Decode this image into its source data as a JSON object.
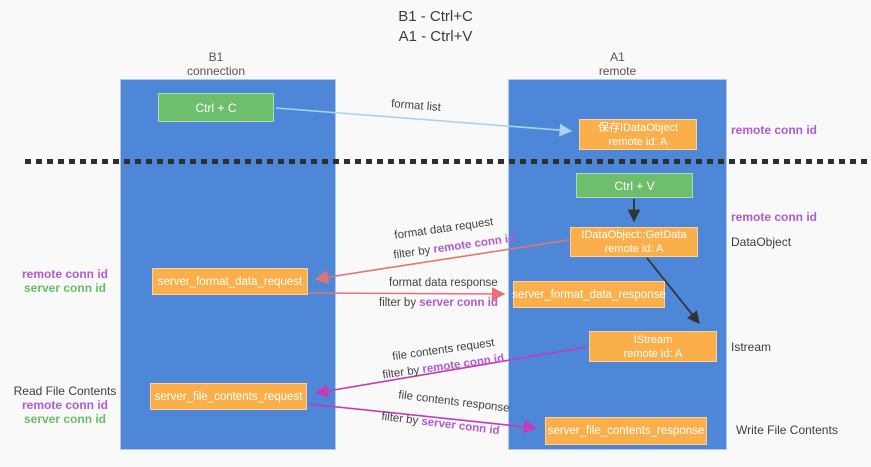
{
  "title": {
    "line1": "B1 - Ctrl+C",
    "line2": "A1 - Ctrl+V"
  },
  "lanes": {
    "b1": {
      "title": "B1",
      "subtitle": "connection"
    },
    "a1": {
      "title": "A1",
      "subtitle": "remote"
    }
  },
  "boxes": {
    "ctrl_c": {
      "label": "Ctrl + C"
    },
    "save_dataobject": {
      "line1": "保存IDataObject",
      "line2": "remote id: A"
    },
    "ctrl_v": {
      "label": "Ctrl + V"
    },
    "getdata": {
      "line1": "IDataObject::GetData",
      "line2": "remote id: A"
    },
    "server_format_data_request": {
      "label": "server_format_data_request"
    },
    "server_format_data_response": {
      "label": "server_format_data_response"
    },
    "istream": {
      "line1": "IStream",
      "line2": "remote id: A"
    },
    "server_file_contents_request": {
      "label": "server_file_contents_request"
    },
    "server_file_contents_response": {
      "label": "server_file_contents_response"
    }
  },
  "edges": {
    "format_list": {
      "label": "format list"
    },
    "format_data_request": {
      "label": "format data request",
      "filter_prefix": "filter by",
      "filter_key": "remote conn id"
    },
    "format_data_response": {
      "label": "format data response",
      "filter_prefix": "filter by",
      "filter_key": "server conn id"
    },
    "file_contents_request": {
      "label": "file contents request",
      "filter_prefix": "filter by",
      "filter_key": "remote conn id"
    },
    "file_contents_response": {
      "label": "file contents response",
      "filter_prefix": "filter by",
      "filter_key": "server conn id"
    }
  },
  "margin_labels": {
    "right": {
      "remote_conn_id_top": "remote conn id",
      "remote_conn_id_mid": "remote conn id",
      "dataobject": "DataObject",
      "istream": "Istream",
      "write_file_contents": "Write File Contents"
    },
    "left": {
      "remote_conn_id_1": "remote conn id",
      "server_conn_id_1": "server conn id",
      "read_file_contents": "Read File Contents",
      "remote_conn_id_2": "remote conn id",
      "server_conn_id_2": "server conn id"
    }
  },
  "colors": {
    "lane_blue": "#4e87d8",
    "box_green": "#6dbe6d",
    "box_orange": "#fbaf4a",
    "purple_text": "#b15ad2",
    "green_text": "#67bd67",
    "arrow_red": "#e87272",
    "arrow_magenta": "#c43bb5",
    "arrow_light_blue": "#a8d3f0",
    "arrow_black": "#333333",
    "background": "#f9f9f9"
  }
}
